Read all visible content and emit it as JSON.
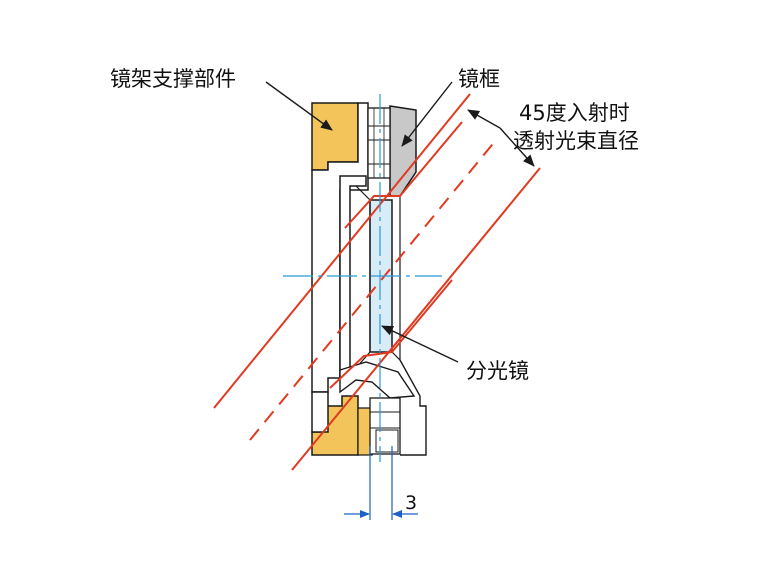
{
  "labels": {
    "mount_support": "镜架支撑部件",
    "mirror_frame": "镜框",
    "beam_line1": "45度入射时",
    "beam_line2": "透射光束直径",
    "beamsplitter": "分光镜",
    "dimension": "3"
  },
  "colors": {
    "yellow_part": "#f2c45a",
    "gray_part": "#c8c8c8",
    "glass": "#d8ecf8",
    "beam": "#e03a20",
    "centerline": "#2a9ad8",
    "dimension": "#1f5fc8",
    "outline": "#1a1a1a"
  }
}
